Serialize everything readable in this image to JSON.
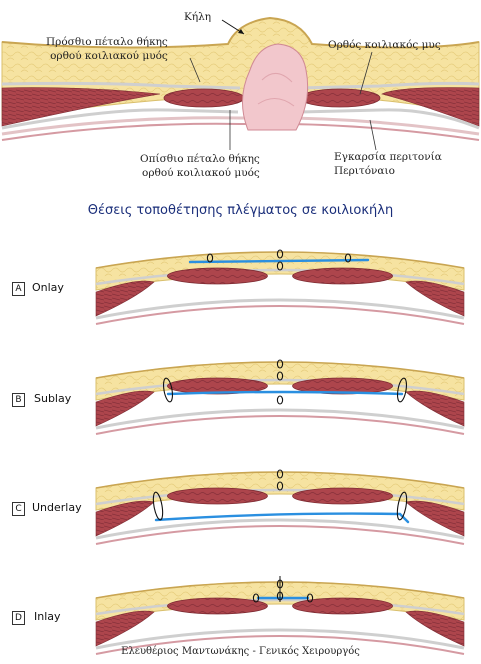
{
  "labels": {
    "hernia": "Κήλη",
    "anterior_sheath": "Πρόσθιο πέταλο θήκης\nορθού κοιλιακού μυός",
    "rectus_muscle": "Ορθός κοιλιακός μυς",
    "posterior_sheath": "Οπίσθιο πέταλο θήκης\nορθού κοιλιακού μυός",
    "transversalis": "Εγκαρσία περιτονία",
    "peritoneum": "Περιτόναιο"
  },
  "title": "Θέσεις τοποθέτησης πλέγματος σε κοιλιοκήλη",
  "techniques": [
    {
      "letter": "A",
      "name": "Onlay"
    },
    {
      "letter": "B",
      "name": "Sublay"
    },
    {
      "letter": "C",
      "name": "Underlay"
    },
    {
      "letter": "D",
      "name": "Inlay"
    }
  ],
  "credit": "Ελευθέριος Μαντωνάκης - Γενικός Χειρουργός",
  "colors": {
    "fat": "#f6e3a1",
    "fat_edge": "#e0c674",
    "muscle": "#a8434a",
    "muscle_dark": "#7d2b32",
    "fascia": "#cfcfcf",
    "peritoneum": "#d9a0a8",
    "hernia_sac": "#f2c7cc",
    "mesh": "#2a8fe0"
  }
}
